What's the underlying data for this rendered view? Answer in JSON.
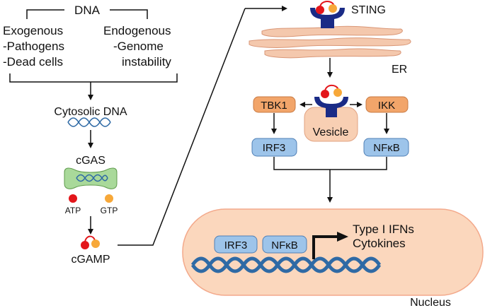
{
  "colors": {
    "dna_helix": "#2f6aa5",
    "er_fill": "#f4c8ad",
    "er_stroke": "#d99676",
    "sting_blue": "#1a2b86",
    "atp_red": "#e3161b",
    "gtp_orange": "#f7a839",
    "linker_red": "#e3161b",
    "orange_box": "#f2a56a",
    "blue_box": "#9dc4ea",
    "vesicle_fill": "#f8cfb3",
    "cgas_green": "#a9d99a",
    "nucleus_fill": "#fbd7bd",
    "nucleus_stroke": "#f3a98b",
    "line": "#111111"
  },
  "dna_sources": {
    "header": "DNA",
    "exogenous": {
      "title": "Exogenous",
      "item1": "-Pathogens",
      "item2": "-Dead cells"
    },
    "endogenous": {
      "title": "Endogenous",
      "item1": "-Genome",
      "item2": "instability"
    }
  },
  "left_pathway": {
    "cytosolic_dna": "Cytosolic DNA",
    "cgas": "cGAS",
    "atp": "ATP",
    "gtp": "GTP",
    "cgamp": "cGAMP"
  },
  "right_pathway": {
    "sting": "STING",
    "er": "ER",
    "tbk1": "TBK1",
    "ikk": "IKK",
    "vesicle": "Vesicle",
    "irf3": "IRF3",
    "nfkb": "NFκB"
  },
  "nucleus": {
    "label": "Nucleus",
    "irf3": "IRF3",
    "nfkb": "NFκB",
    "output1": "Type I IFNs",
    "output2": "Cytokines"
  }
}
